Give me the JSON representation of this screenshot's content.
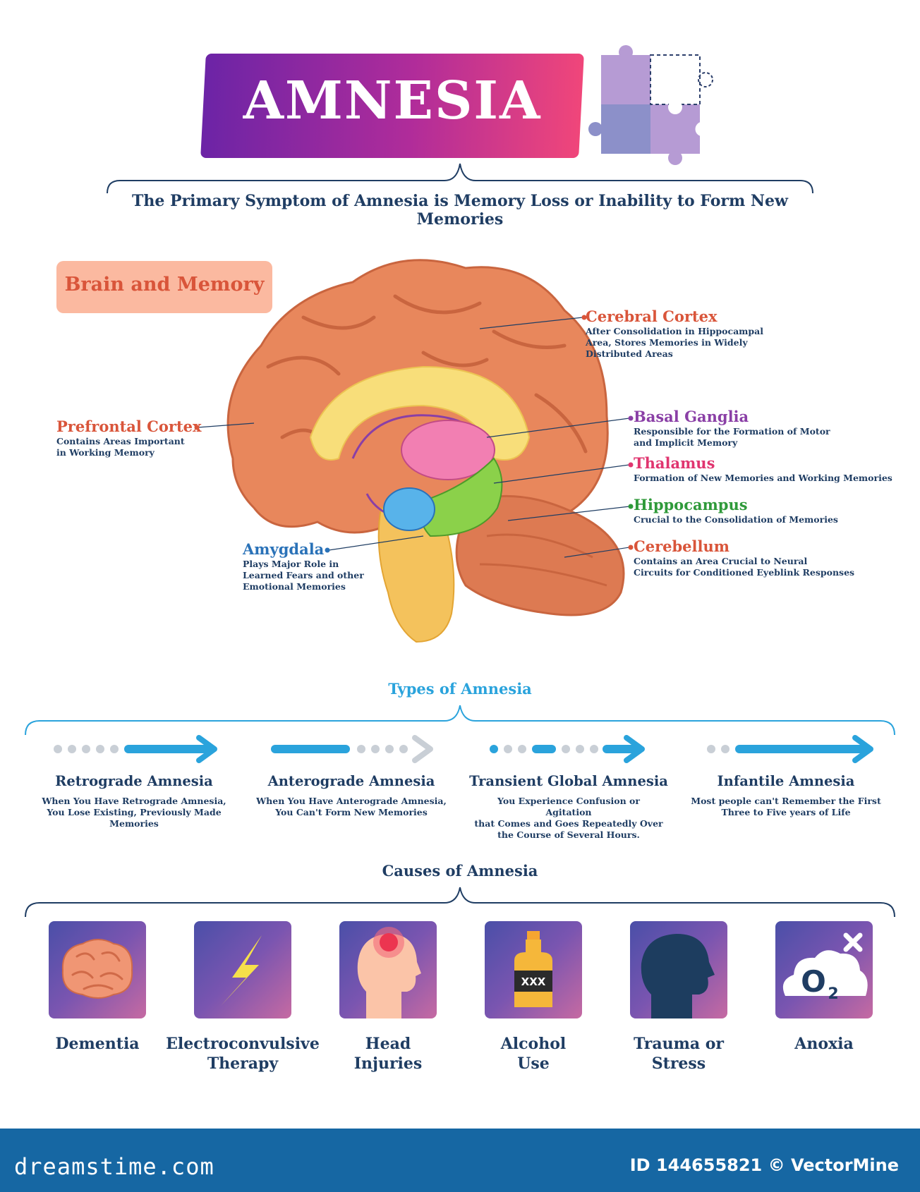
{
  "title": "AMNESIA",
  "subtitle": "The Primary Symptom of Amnesia is Memory Loss or Inability to Form New Memories",
  "section_brain": "Brain and Memory",
  "brain_labels": {
    "cerebral_cortex": {
      "title": "Cerebral Cortex",
      "desc": [
        "After Consolidation in Hippocampal",
        "Area, Stores Memories in Widely",
        "Distributed Areas"
      ]
    },
    "prefrontal_cortex": {
      "title": "Prefrontal Cortex",
      "desc": [
        "Contains Areas Important",
        "in Working Memory"
      ]
    },
    "basal_ganglia": {
      "title": "Basal Ganglia",
      "desc": [
        "Responsible for the Formation of Motor",
        "and Implicit Memory"
      ]
    },
    "thalamus": {
      "title": "Thalamus",
      "desc": [
        "Formation of New Memories and Working Memories"
      ]
    },
    "hippocampus": {
      "title": "Hippocampus",
      "desc": [
        "Crucial to the Consolidation of Memories"
      ]
    },
    "amygdala": {
      "title": "Amygdala",
      "desc": [
        "Plays Major Role in",
        "Learned Fears and other",
        "Emotional Memories"
      ]
    },
    "cerebellum": {
      "title": "Cerebellum",
      "desc": [
        "Contains an Area Crucial to Neural",
        "Circuits for Conditioned Eyeblink Responses"
      ]
    }
  },
  "types_title": "Types of Amnesia",
  "types": [
    {
      "title": "Retrograde Amnesia",
      "desc": [
        "When You Have Retrograde Amnesia,",
        "You Lose Existing, Previously Made",
        "Memories"
      ]
    },
    {
      "title": "Anterograde Amnesia",
      "desc": [
        "When You Have Anterograde Amnesia,",
        "You Can't Form New Memories"
      ]
    },
    {
      "title": "Transient Global Amnesia",
      "desc": [
        "You Experience Confusion or Agitation",
        "that Comes and Goes Repeatedly Over",
        "the Course of Several Hours."
      ]
    },
    {
      "title": "Infantile Amnesia",
      "desc": [
        "Most people can't Remember the First",
        "Three to Five years of Life"
      ]
    }
  ],
  "causes_title": "Causes of Amnesia",
  "causes": [
    {
      "label": [
        "Dementia"
      ],
      "icon": "brain-icon"
    },
    {
      "label": [
        "Electroconvulsive",
        "Therapy"
      ],
      "icon": "lightning-icon"
    },
    {
      "label": [
        "Head",
        "Injuries"
      ],
      "icon": "head-injury-icon"
    },
    {
      "label": [
        "Alcohol",
        "Use"
      ],
      "icon": "bottle-icon",
      "bottle_text": "XXX"
    },
    {
      "label": [
        "Trauma or",
        "Stress"
      ],
      "icon": "head-silhouette-icon"
    },
    {
      "label": [
        "Anoxia"
      ],
      "icon": "o2-cloud-icon",
      "o2_text": "O",
      "o2_sub": "2"
    }
  ],
  "footer": {
    "logo": "dreamstime.com",
    "id_text": "ID 144655821 © VectorMine"
  },
  "colors": {
    "title_gradient": [
      "#6c24a6",
      "#f0467a"
    ],
    "label_red": "#d9553a",
    "label_purple": "#8a3fa6",
    "label_pink": "#e0356f",
    "label_green": "#2f9a3a",
    "label_blue": "#2a72b8",
    "arrow_blue": "#2aa3dc",
    "footer_blue": "#1667a3"
  }
}
